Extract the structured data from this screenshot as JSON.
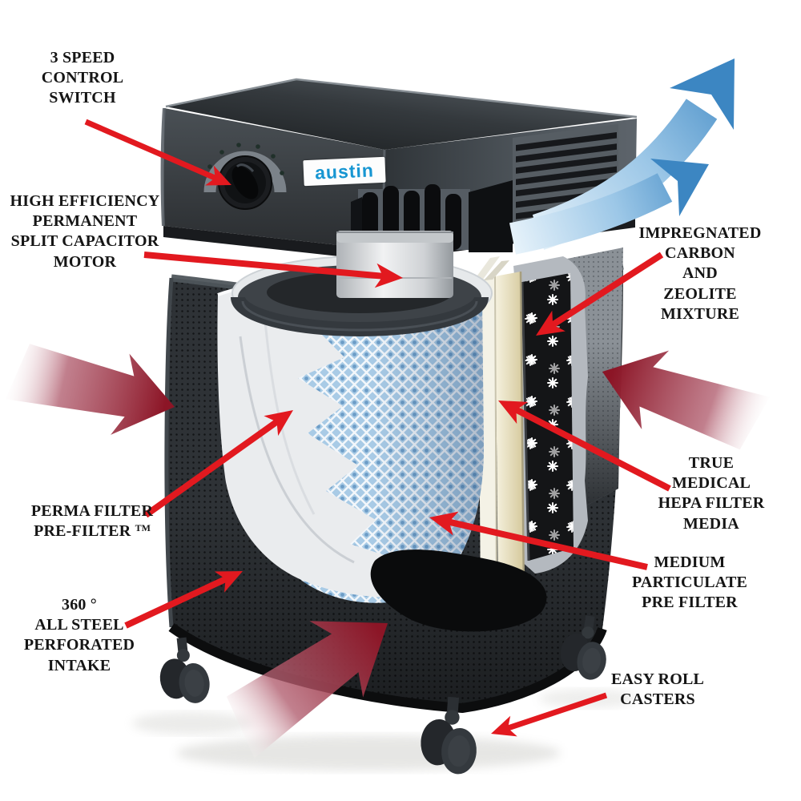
{
  "meta": {
    "description": "Austin air purifier cutaway diagram with labeled components"
  },
  "brand": {
    "logo_text": "austin",
    "logo_color": "#1796d2"
  },
  "arrows": {
    "callout_color": "#e2191f",
    "intake_color": "#8c1526",
    "clean_airflow_color": "#3c86c2"
  },
  "colors": {
    "cabinet_dark": "#2e3236",
    "housing_gray": "#3c4145",
    "hepa_mesh_blue": "#a9cbe6",
    "prefilter_white": "#eaecee",
    "particulate_cream": "#e6dcb4",
    "carbon_black": "#141517"
  },
  "labels": {
    "speed_control": {
      "lines": [
        "3 SPEED",
        "CONTROL",
        "SWITCH"
      ]
    },
    "motor": {
      "lines": [
        "HIGH EFFICIENCY",
        "PERMANENT",
        "SPLIT CAPACITOR",
        "MOTOR"
      ]
    },
    "carbon_zeolite": {
      "lines": [
        "IMPREGNATED",
        "CARBON",
        "AND",
        "ZEOLITE",
        "MIXTURE"
      ]
    },
    "perma_filter": {
      "line1": "PERMA FILTER",
      "line2": "PRE-FILTER ",
      "trademark": "TM"
    },
    "hepa": {
      "lines": [
        "TRUE",
        "MEDICAL",
        "HEPA FILTER",
        "MEDIA"
      ]
    },
    "medium_particulate": {
      "lines": [
        "MEDIUM",
        "PARTICULATE",
        "PRE FILTER"
      ]
    },
    "intake": {
      "lines": [
        "360 °",
        "ALL STEEL",
        "PERFORATED",
        "INTAKE"
      ]
    },
    "casters": {
      "lines": [
        "EASY ROLL",
        "CASTERS"
      ]
    }
  }
}
